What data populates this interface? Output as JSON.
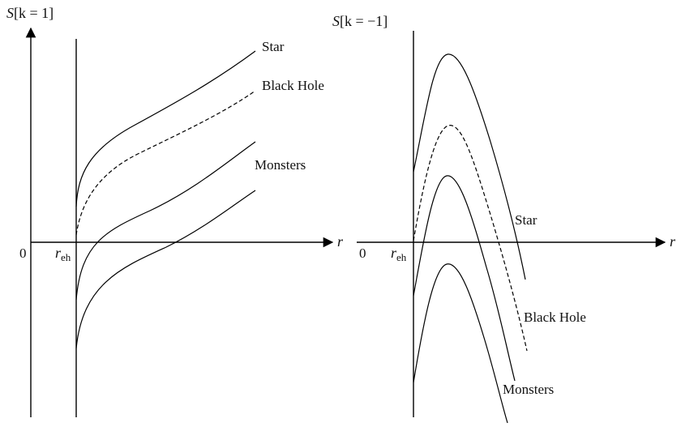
{
  "left_panel": {
    "y_axis_label_prefix": "S",
    "y_axis_label_bracket": "[k = 1]",
    "x_axis_label": "r",
    "origin_label": "0",
    "horizon_label_main": "r",
    "horizon_label_sub": "eh",
    "curve_labels": {
      "star": "Star",
      "black_hole": "Black Hole",
      "monsters": "Monsters"
    }
  },
  "right_panel": {
    "y_axis_label_prefix": "S",
    "y_axis_label_bracket": "[k = −1]",
    "x_axis_label": "r",
    "origin_label": "0",
    "horizon_label_main": "r",
    "horizon_label_sub": "eh",
    "curve_labels": {
      "star": "Star",
      "black_hole": "Black Hole",
      "monsters": "Monsters"
    }
  }
}
